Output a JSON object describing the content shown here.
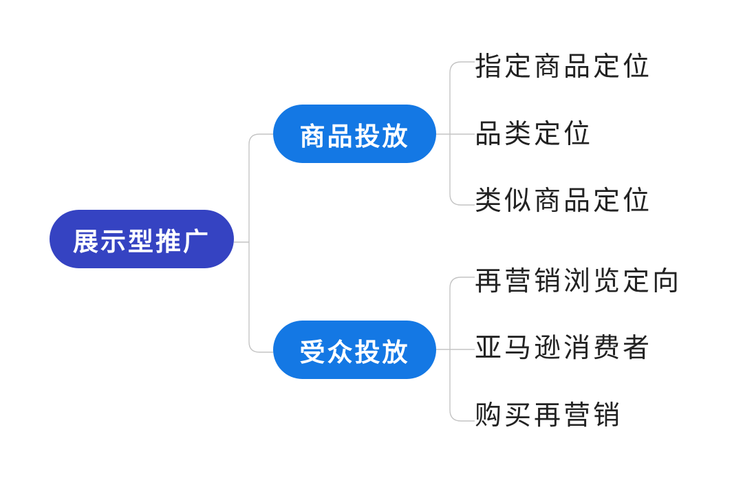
{
  "diagram": {
    "root": {
      "label": "展示型推广"
    },
    "branches": [
      {
        "label": "商品投放",
        "children": [
          "指定商品定位",
          "品类定位",
          "类似商品定位"
        ]
      },
      {
        "label": "受众投放",
        "children": [
          "再营销浏览定向",
          "亚马逊消费者",
          "购买再营销"
        ]
      }
    ]
  },
  "colors": {
    "root_fill": "#3543c2",
    "branch_fill": "#1478e4",
    "connector": "#c4c4c4",
    "leaf_text": "#222222"
  }
}
